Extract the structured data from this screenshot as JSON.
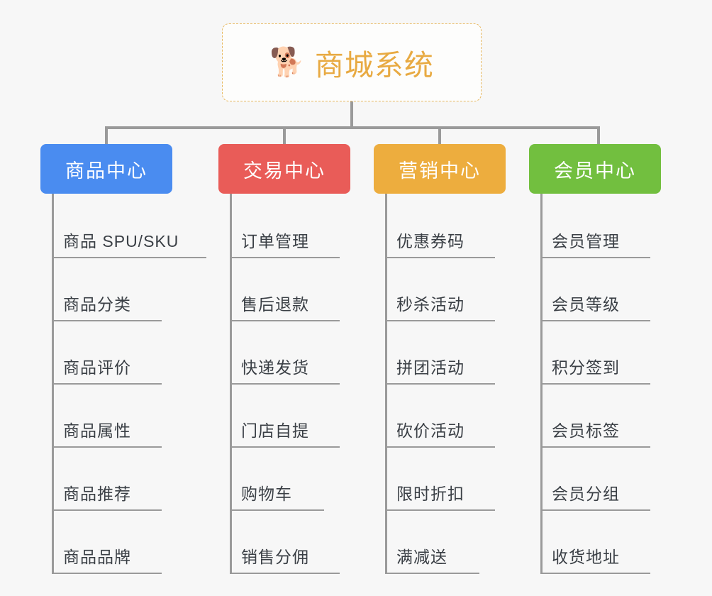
{
  "canvas": {
    "background": "#f7f7f7",
    "connector_color": "#9a9a9a"
  },
  "root": {
    "icon": "shiba-dog-face-emoji",
    "icon_glyph": "🐕",
    "title": "商城系统",
    "text_color": "#e8aa42",
    "border_color": "#e8b960",
    "background": "#fdfdfc"
  },
  "branches": [
    {
      "label": "商品中心",
      "color": "#4a8cf0",
      "text_color": "#ffffff",
      "items": [
        "商品 SPU/SKU",
        "商品分类",
        "商品评价",
        "商品属性",
        "商品推荐",
        "商品品牌"
      ]
    },
    {
      "label": "交易中心",
      "color": "#e95c58",
      "text_color": "#ffffff",
      "items": [
        "订单管理",
        "售后退款",
        "快递发货",
        "门店自提",
        "购物车",
        "销售分佣"
      ]
    },
    {
      "label": "营销中心",
      "color": "#edad3e",
      "text_color": "#ffffff",
      "items": [
        "优惠券码",
        "秒杀活动",
        "拼团活动",
        "砍价活动",
        "限时折扣",
        "满减送"
      ]
    },
    {
      "label": "会员中心",
      "color": "#72bf3f",
      "text_color": "#ffffff",
      "items": [
        "会员管理",
        "会员等级",
        "积分签到",
        "会员标签",
        "会员分组",
        "收货地址"
      ]
    }
  ]
}
